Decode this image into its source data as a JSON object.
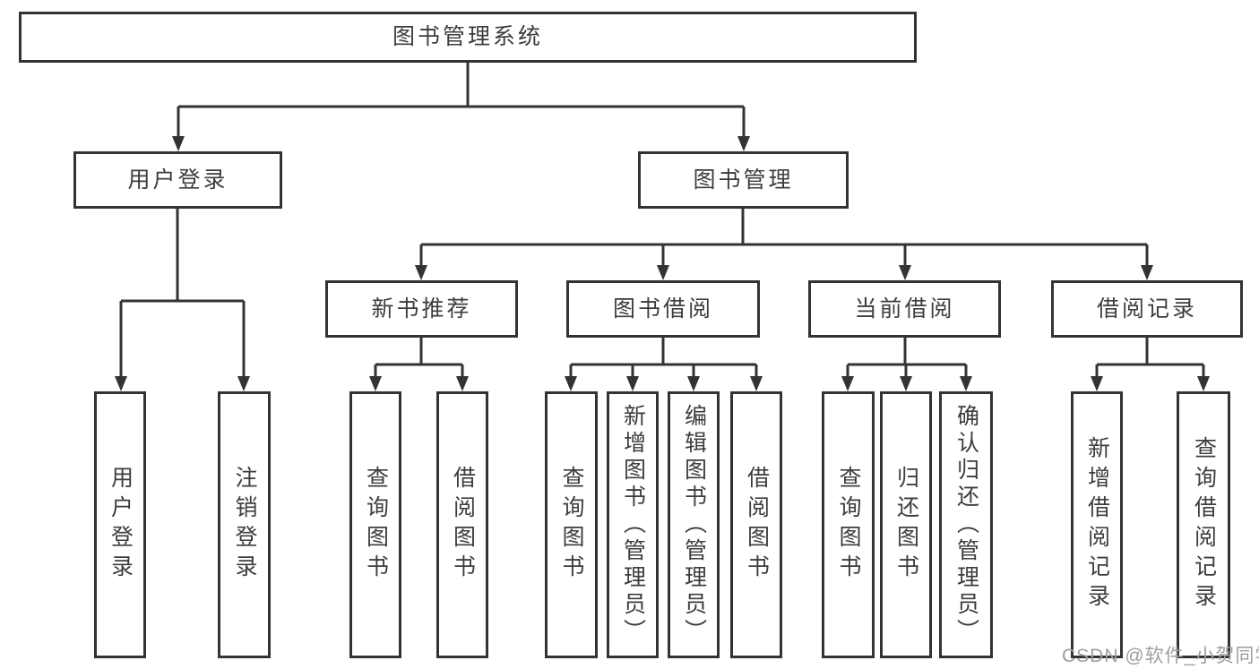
{
  "diagram": {
    "root": {
      "label": "图书管理系统"
    },
    "branches": [
      {
        "label": "用户登录",
        "children": [
          {
            "label": "用户登录"
          },
          {
            "label": "注销登录"
          }
        ]
      },
      {
        "label": "图书管理",
        "children": [
          {
            "label": "新书推荐",
            "children": [
              {
                "label": "查询图书"
              },
              {
                "label": "借阅图书"
              }
            ]
          },
          {
            "label": "图书借阅",
            "children": [
              {
                "label": "查询图书"
              },
              {
                "label": "新增图书（管理员）"
              },
              {
                "label": "编辑图书（管理员）"
              },
              {
                "label": "借阅图书"
              }
            ]
          },
          {
            "label": "当前借阅",
            "children": [
              {
                "label": "查询图书"
              },
              {
                "label": "归还图书"
              },
              {
                "label": "确认归还（管理员）"
              }
            ]
          },
          {
            "label": "借阅记录",
            "children": [
              {
                "label": "新增借阅记录"
              },
              {
                "label": "查询借阅记录"
              }
            ]
          }
        ]
      }
    ]
  },
  "watermark": {
    "text": "CSDN @软件_小贺同学"
  },
  "colors": {
    "line": "#333333",
    "box_border": "#333333",
    "text": "#3d3d3d",
    "watermark": "#9e9e9e",
    "background": "#ffffff"
  }
}
